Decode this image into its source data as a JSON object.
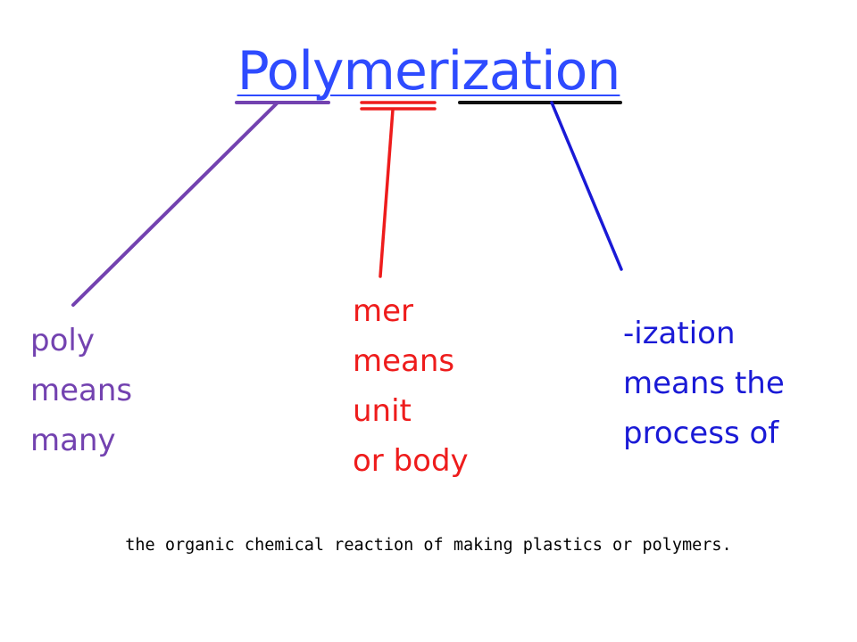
{
  "title": "Polymerization",
  "parts": {
    "poly": {
      "lines": [
        "poly",
        "means",
        "many"
      ],
      "color": "#7342b0"
    },
    "mer": {
      "lines": [
        "mer",
        "means",
        "unit",
        "or body"
      ],
      "color": "#ee1c1c"
    },
    "ization": {
      "lines": [
        "-ization",
        "means the",
        "process of"
      ],
      "color": "#1a1ad6"
    }
  },
  "definition": "the organic chemical reaction of making plastics or polymers.",
  "colors": {
    "title": "#2e4bff",
    "definition": "#000000"
  }
}
